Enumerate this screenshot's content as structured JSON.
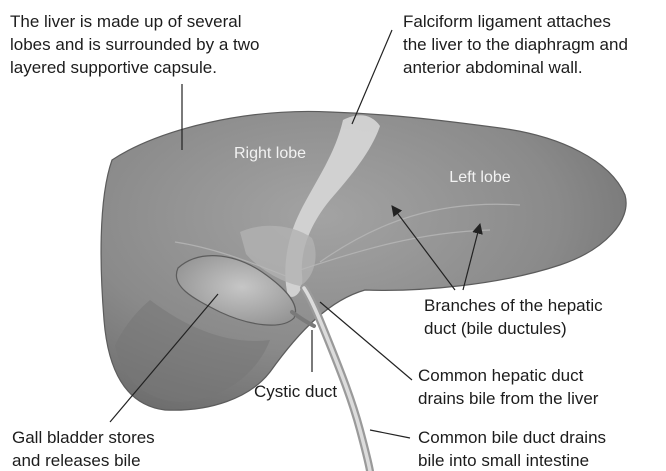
{
  "captions": {
    "liver": "The liver is made up of several\nlobes and is surrounded by a two\nlayered supportive capsule.",
    "falciform": "Falciform ligament attaches\nthe liver to the diaphragm and\nanterior abdominal wall.",
    "branches": "Branches of the hepatic\nduct (bile ductules)",
    "common_hepatic": "Common hepatic duct\ndrains bile from the liver",
    "cystic": "Cystic duct",
    "common_bile": "Common bile duct drains\nbile into small intestine",
    "gall_bladder": "Gall bladder stores\nand releases bile"
  },
  "organ_labels": {
    "right_lobe": "Right lobe",
    "left_lobe": "Left lobe"
  },
  "colors": {
    "liver_fill": "#8c8c8c",
    "liver_shadow": "#6f6f6f",
    "gall_bladder_fill": "#a8a8a8",
    "ligament_fill": "#d4d4d4",
    "duct_fill": "#c9c9c9",
    "leader_line": "#222222"
  }
}
